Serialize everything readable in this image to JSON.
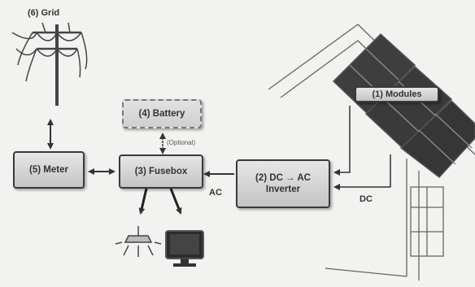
{
  "grid": {
    "label": "(6) Grid"
  },
  "modules": {
    "label": "(1) Modules"
  },
  "battery": {
    "label": "(4) Battery",
    "note": "(Optional)"
  },
  "meter": {
    "label": "(5) Meter"
  },
  "fusebox": {
    "label": "(3) Fusebox"
  },
  "inverter": {
    "line1": "(2) DC → AC",
    "line2": "Inverter"
  },
  "flow_labels": {
    "ac": "AC",
    "dc": "DC"
  },
  "icons": [
    "utility-pole-icon",
    "solar-panel-icon",
    "house-icon",
    "light-fixture-icon",
    "monitor-icon"
  ]
}
